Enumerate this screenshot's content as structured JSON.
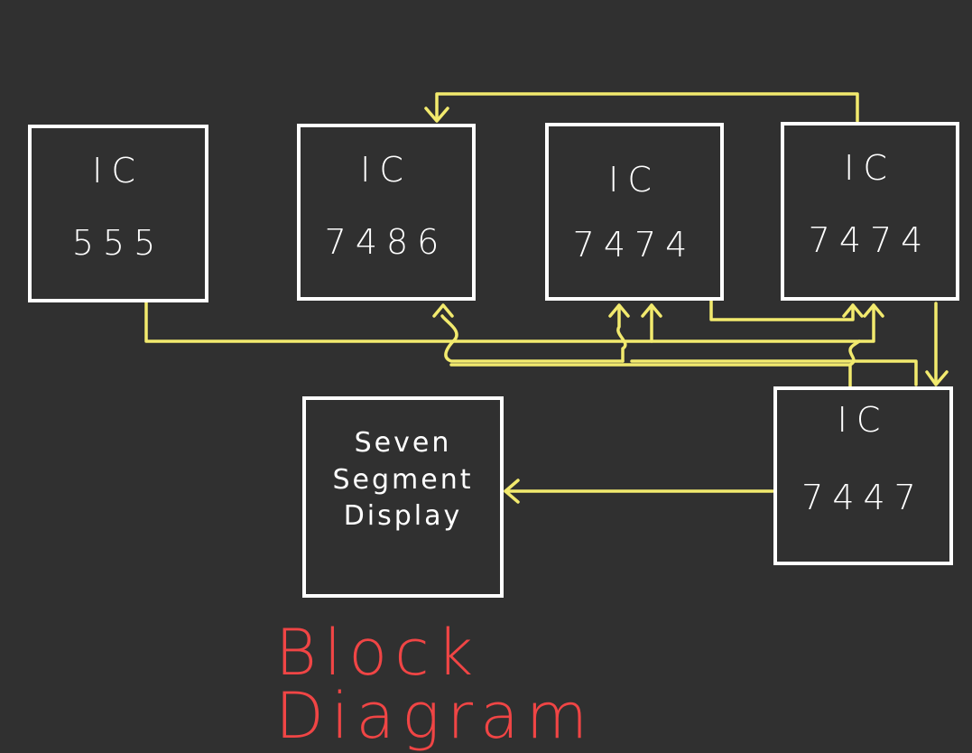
{
  "title": "Block Diagram",
  "colors": {
    "background": "#303030",
    "box": "#ffffff",
    "wire": "#f2ea6e",
    "title": "#f04545"
  },
  "blocks": {
    "ic555": {
      "line1": "IC",
      "line2": "555"
    },
    "ic7486": {
      "line1": "IC",
      "line2": "7486"
    },
    "ic7474a": {
      "line1": "IC",
      "line2": "7474"
    },
    "ic7474b": {
      "line1": "IC",
      "line2": "7474"
    },
    "ic7447": {
      "line1": "IC",
      "line2": "7447"
    },
    "display": {
      "line1": "Seven",
      "line2": "Segment",
      "line3": "Display"
    }
  }
}
